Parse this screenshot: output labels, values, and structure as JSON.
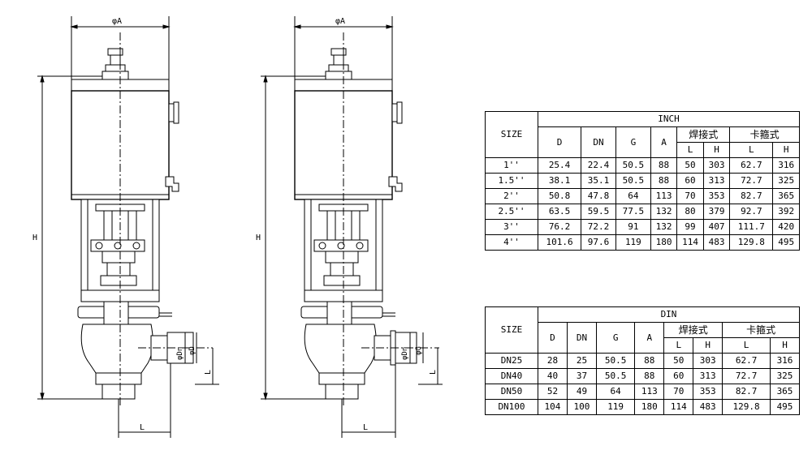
{
  "drawing": {
    "left": {
      "phi_a": "φA",
      "h": "H",
      "phi_dn": "φDn",
      "phi_d": "φD",
      "l_vert": "L",
      "l_horiz": "L"
    },
    "right": {
      "phi_a": "φA",
      "h": "H",
      "phi_dn": "φDn",
      "phi_g": "φG",
      "l_vert": "L",
      "l_horiz": "L"
    }
  },
  "table_inch": {
    "size_label": "SIZE",
    "group_label": "INCH",
    "cols": [
      "D",
      "DN",
      "G",
      "A"
    ],
    "weld_label": "焊接式",
    "clamp_label": "卡箍式",
    "sub": [
      "L",
      "H",
      "L",
      "H"
    ],
    "rows": [
      [
        "1''",
        "25.4",
        "22.4",
        "50.5",
        "88",
        "50",
        "303",
        "62.7",
        "316"
      ],
      [
        "1.5''",
        "38.1",
        "35.1",
        "50.5",
        "88",
        "60",
        "313",
        "72.7",
        "325"
      ],
      [
        "2''",
        "50.8",
        "47.8",
        "64",
        "113",
        "70",
        "353",
        "82.7",
        "365"
      ],
      [
        "2.5''",
        "63.5",
        "59.5",
        "77.5",
        "132",
        "80",
        "379",
        "92.7",
        "392"
      ],
      [
        "3''",
        "76.2",
        "72.2",
        "91",
        "132",
        "99",
        "407",
        "111.7",
        "420"
      ],
      [
        "4''",
        "101.6",
        "97.6",
        "119",
        "180",
        "114",
        "483",
        "129.8",
        "495"
      ]
    ]
  },
  "table_din": {
    "size_label": "SIZE",
    "group_label": "DIN",
    "cols": [
      "D",
      "DN",
      "G",
      "A"
    ],
    "weld_label": "焊接式",
    "clamp_label": "卡箍式",
    "sub": [
      "L",
      "H",
      "L",
      "H"
    ],
    "rows": [
      [
        "DN25",
        "28",
        "25",
        "50.5",
        "88",
        "50",
        "303",
        "62.7",
        "316"
      ],
      [
        "DN40",
        "40",
        "37",
        "50.5",
        "88",
        "60",
        "313",
        "72.7",
        "325"
      ],
      [
        "DN50",
        "52",
        "49",
        "64",
        "113",
        "70",
        "353",
        "82.7",
        "365"
      ],
      [
        "DN100",
        "104",
        "100",
        "119",
        "180",
        "114",
        "483",
        "129.8",
        "495"
      ]
    ]
  }
}
